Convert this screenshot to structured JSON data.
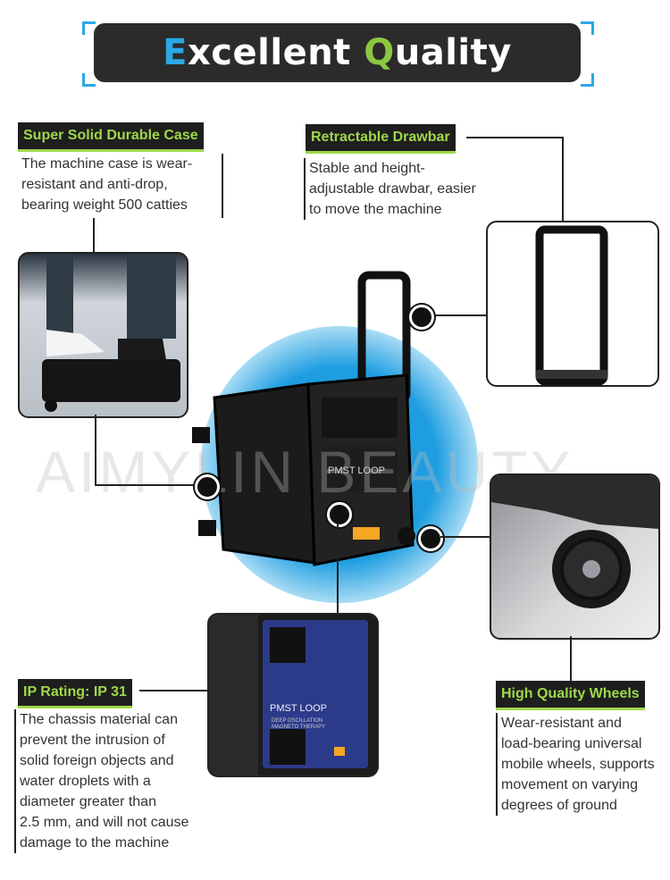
{
  "title": {
    "first_letter": "E",
    "rest1": "xcellent ",
    "second_letter": "Q",
    "rest2": "uality"
  },
  "watermark": "AIMYLIN BEAUTY",
  "features": [
    {
      "label": "Super Solid Durable Case",
      "desc1": "The machine case is wear-",
      "desc2": "resistant and anti-drop,",
      "desc3": "bearing weight 500 catties"
    },
    {
      "label": "Retractable Drawbar",
      "desc1": "Stable and height-",
      "desc2": "adjustable drawbar, easier",
      "desc3": "to move the machine"
    },
    {
      "label": "IP Rating: IP 31",
      "desc1": "The chassis material can",
      "desc2": "prevent the intrusion of",
      "desc3": "solid foreign objects and",
      "desc4": "water droplets with a",
      "desc5": "diameter greater than",
      "desc6": "2.5 mm, and will not cause",
      "desc7": "damage to the machine"
    },
    {
      "label": "High Quality Wheels",
      "desc1": "Wear-resistant and",
      "desc2": "load-bearing universal",
      "desc3": "mobile wheels, supports",
      "desc4": "movement on varying",
      "desc5": "degrees of ground"
    }
  ],
  "panel": {
    "brand": "PMST LOOP",
    "sub1": "DEEP OSCILLATION",
    "sub2": "MAGNETO THERAPY"
  },
  "colors": {
    "accent_blue": "#2aa9e6",
    "accent_green": "#8cc63f",
    "label_bg": "#1e1e1e"
  }
}
